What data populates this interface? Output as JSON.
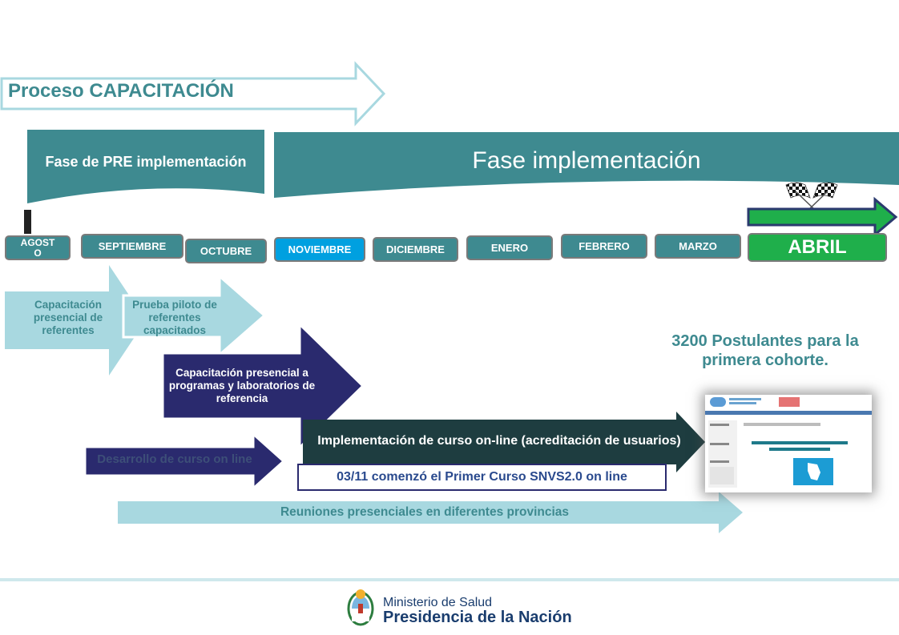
{
  "title": "Proceso CAPACITACIÓN",
  "phases": {
    "pre": "Fase de PRE implementación",
    "impl": "Fase implementación"
  },
  "months": [
    "AGOSTO",
    "SEPTIEMBRE",
    "OCTUBRE",
    "NOVIEMBRE",
    "DICIEMBRE",
    "ENERO",
    "FEBRERO",
    "MARZO",
    "ABRIL"
  ],
  "activities": {
    "cap_referentes": "Capacitación presencial de referentes",
    "prueba_piloto": "Prueba piloto de referentes capacitados",
    "cap_programas": "Capacitación presencial a programas y laboratorios de referencia",
    "desarrollo": "Desarrollo de curso on line",
    "implementacion": "Implementación de curso on-line (acreditación de usuarios)",
    "comenzo": "03/11 comenzó el Primer Curso SNVS2.0 on line",
    "reuniones": "Reuniones presenciales en diferentes provincias"
  },
  "postulantes": "3200  Postulantes para la primera cohorte.",
  "footer": {
    "ministerio": "Ministerio de Salud",
    "presidencia": "Presidencia de la Nación"
  },
  "colors": {
    "teal": "#3e8a90",
    "light_teal": "#a8d8e0",
    "navy": "#2a2a6e",
    "dark_teal": "#1e3d40",
    "green": "#1faf4b",
    "noviembre": "#00a0e0"
  }
}
